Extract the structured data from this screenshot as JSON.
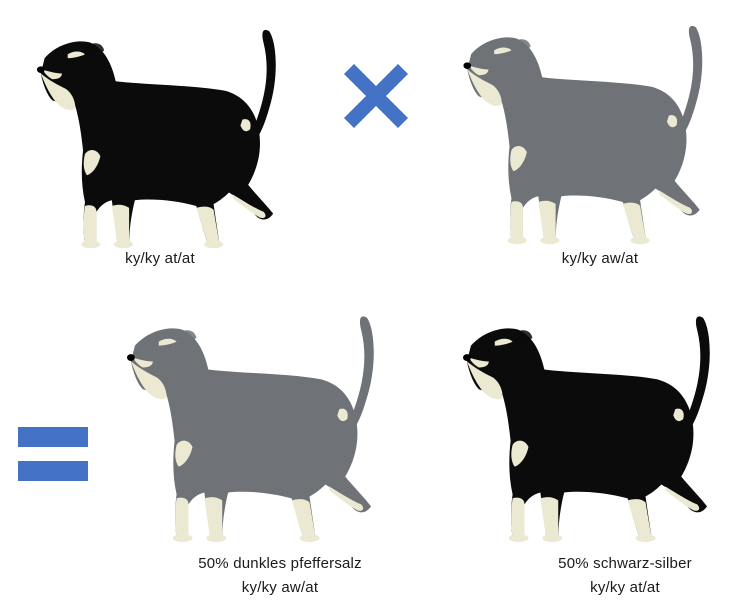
{
  "diagram": {
    "parents": [
      {
        "genotype": "ky/ky at/at",
        "coat": "black-and-silver",
        "coat_color": "#0b0b0b",
        "icon": "schnauzer-silhouette"
      },
      {
        "genotype": "ky/ky aw/at",
        "coat": "dark-pepper-salt",
        "coat_color": "#6f7378",
        "icon": "schnauzer-silhouette"
      }
    ],
    "offspring": [
      {
        "percentage_label": "50% dunkles pfeffersalz",
        "genotype": "ky/ky aw/at",
        "coat_color": "#6f7378",
        "icon": "schnauzer-silhouette"
      },
      {
        "percentage_label": "50% schwarz-silber",
        "genotype": "ky/ky at/at",
        "coat_color": "#0b0b0b",
        "icon": "schnauzer-silhouette"
      }
    ],
    "operators": {
      "cross_icon": "multiply-icon",
      "equals_icon": "equals-icon",
      "color": "#4472c4"
    },
    "markings_color": "#ece9d2"
  }
}
